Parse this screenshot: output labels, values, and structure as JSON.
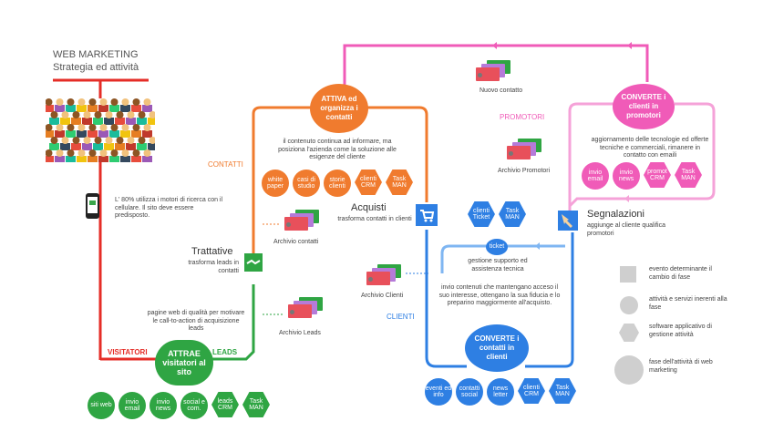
{
  "header": {
    "title": "WEB MARKETING",
    "subtitle": "Strategia ed attività"
  },
  "colors": {
    "red": "#e52d27",
    "green": "#2fa543",
    "orange": "#f07b2e",
    "pink": "#f05bb8",
    "lightpink": "#f5a2d8",
    "blue": "#2e7fe3",
    "lightblue": "#7fb6f2",
    "grey": "#cfcfcf"
  },
  "phases": {
    "attrae": "ATTRAE visitatori al sito",
    "attiva": "ATTIVA ed organizza i contatti",
    "converte_clienti": "CONVERTE i contatti in clienti",
    "converte_promotori": "CONVERTE i clienti in promotori"
  },
  "stage_labels": {
    "visitatori": "VISITATORI",
    "leads": "LEADS",
    "contatti": "CONTATTI",
    "clienti": "CLIENTI",
    "promotori": "PROMOTORI"
  },
  "phone_text": "L' 80% utilizza i motori di ricerca con il cellulare. Il sito deve essere predisposto.",
  "pages_text": "pagine web di qualità per motivare le call-to-action di acquisizione leads",
  "attiva_text": "il contenuto continua ad informare, ma posiziona l'azienda come la soluzione alle esigenze del cliente",
  "trattative": {
    "title": "Trattative",
    "desc": "trasforma leads in contatti"
  },
  "acquisti": {
    "title": "Acquisti",
    "desc": "trasforma contatti in clienti"
  },
  "segnalazioni": {
    "title": "Segnalazioni",
    "desc": "aggiunge al cliente qualifica promotori"
  },
  "promotori_text": "aggiornamento delle tecnologie ed offerte tecniche e commerciali, rimanere in contatto con emaili",
  "ticket_text": "gestione supporto ed assistenza tecnica",
  "clienti_text": "invio contenuti che mantengano acceso il suo interesse, ottengano la sua fiducia e lo preparino maggiormente all'acquisto.",
  "archives": {
    "contatti": "Archivio contatti",
    "leads": "Archivio Leads",
    "clienti": "Archivio Clienti",
    "promotori": "Archivio Promotori",
    "nuovo": "Nuovo contatto"
  },
  "ticket_label": "ticket",
  "attrae_items": [
    {
      "label": "siti web",
      "shape": "circle"
    },
    {
      "label": "invio email",
      "shape": "circle"
    },
    {
      "label": "invio news",
      "shape": "circle"
    },
    {
      "label": "social e com.",
      "shape": "circle"
    },
    {
      "label": "leads CRM",
      "shape": "hex"
    },
    {
      "label": "Task MAN",
      "shape": "hex"
    }
  ],
  "attiva_items": [
    {
      "label": "white paper",
      "shape": "circle"
    },
    {
      "label": "casi di studio",
      "shape": "circle"
    },
    {
      "label": "storie clienti",
      "shape": "circle"
    },
    {
      "label": "clienti CRM",
      "shape": "hex"
    },
    {
      "label": "Task MAN",
      "shape": "hex"
    }
  ],
  "converte_items": [
    {
      "label": "eventi ed info",
      "shape": "circle"
    },
    {
      "label": "contatti social",
      "shape": "circle"
    },
    {
      "label": "news letter",
      "shape": "circle"
    },
    {
      "label": "clienti CRM",
      "shape": "hex"
    },
    {
      "label": "Task MAN",
      "shape": "hex"
    }
  ],
  "ticket_items": [
    {
      "label": "clienti Ticket",
      "shape": "hex"
    },
    {
      "label": "Task MAN",
      "shape": "hex"
    }
  ],
  "promotori_items": [
    {
      "label": "invio email",
      "shape": "circle"
    },
    {
      "label": "invio news",
      "shape": "circle"
    },
    {
      "label": "promot CRM",
      "shape": "hex"
    },
    {
      "label": "Task MAN",
      "shape": "hex"
    }
  ],
  "legend": [
    {
      "shape": "square",
      "text": "evento determinante il cambio di fase"
    },
    {
      "shape": "circle",
      "text": "attività e servizi inerenti alla fase"
    },
    {
      "shape": "hex",
      "text": "software applicativo di gestione attività"
    },
    {
      "shape": "bigcircle",
      "text": "fase dell'attività di web marketing"
    }
  ]
}
